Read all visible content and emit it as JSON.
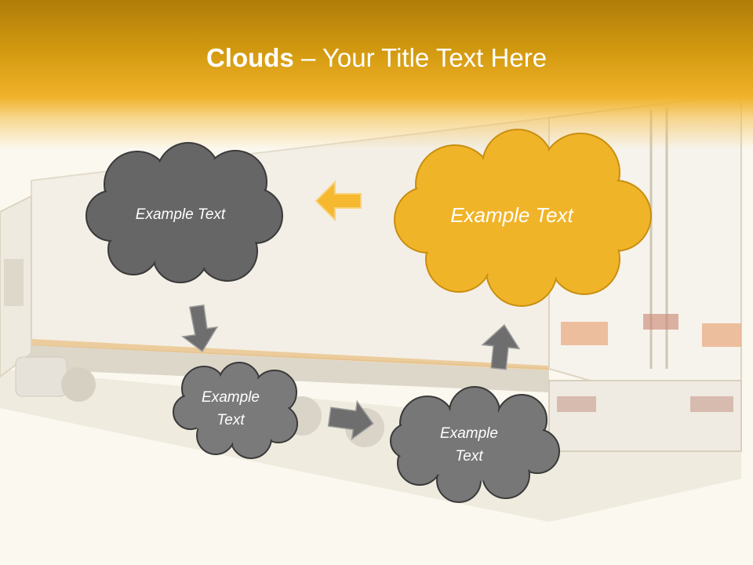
{
  "title": {
    "bold": "Clouds",
    "separator": "–",
    "rest": "Your Title Text Here"
  },
  "colors": {
    "accent": "#f0b429",
    "accent_dark": "#c98e10",
    "cloud_gray": "#6b6b6b",
    "cloud_gray_dark": "#555555",
    "arrow_gray": "#6e6e6e"
  },
  "clouds": [
    {
      "id": "top-left",
      "lines": [
        "Example Text"
      ],
      "color": "gray"
    },
    {
      "id": "top-right",
      "lines": [
        "Example Text"
      ],
      "color": "yellow"
    },
    {
      "id": "middle-left",
      "lines": [
        "Example",
        "Text"
      ],
      "color": "gray"
    },
    {
      "id": "bottom-right",
      "lines": [
        "Example",
        "Text"
      ],
      "color": "gray"
    }
  ],
  "arrows": [
    {
      "from": "top-right",
      "to": "top-left",
      "color": "yellow"
    },
    {
      "from": "top-left",
      "to": "middle-left",
      "color": "gray"
    },
    {
      "from": "middle-left",
      "to": "bottom-right",
      "color": "gray"
    },
    {
      "from": "bottom-right",
      "to": "top-right",
      "color": "gray"
    }
  ]
}
